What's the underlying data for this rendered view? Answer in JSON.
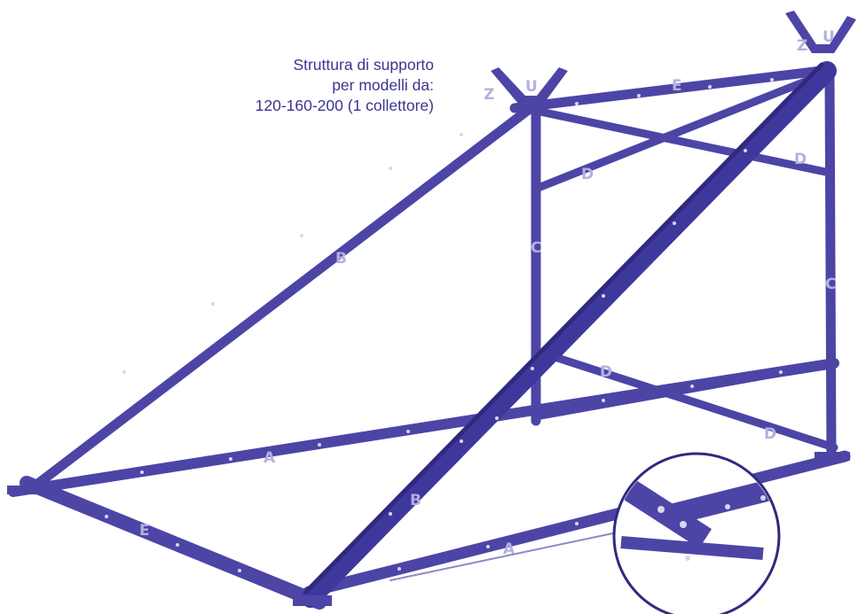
{
  "caption": {
    "line1": "Struttura di supporto",
    "line2": "per modelli da:",
    "line3": "120-160-200 (1 collettore)"
  },
  "part_labels": {
    "z_left": "Z",
    "u_left": "U",
    "z_right": "Z",
    "u_right": "U",
    "e_top": "E",
    "d_upper_left": "D",
    "d_upper_right": "D",
    "c_left": "C",
    "c_right": "C",
    "b_diagonal": "B",
    "b_front": "B",
    "d_lower_left": "D",
    "d_lower_right": "D",
    "a_left": "A",
    "a_front": "A",
    "e_bottom": "E"
  },
  "colors": {
    "frame": "#4c45a6",
    "frame_dark": "#2f2a7e",
    "caption": "#3a3590",
    "label": "#b4b0de"
  }
}
